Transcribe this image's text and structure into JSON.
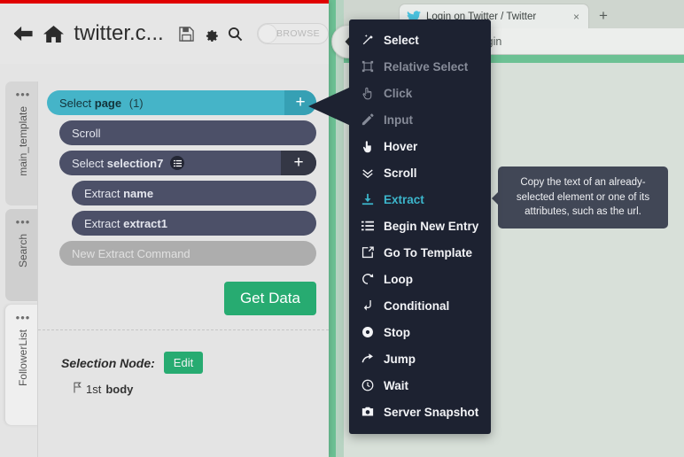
{
  "browser": {
    "tab": {
      "title": "Login on Twitter / Twitter",
      "favicon": "twitter-bird-icon",
      "close": "×"
    },
    "newtab_label": "+",
    "url": "m/login",
    "back_arrow": "◀"
  },
  "toolbar": {
    "back_icon": "←",
    "home_icon": "home-icon",
    "title": "twitter.c...",
    "save_icon": "save-icon",
    "settings_icon": "gear-icon",
    "search_icon": "search-icon",
    "browse_label": "BROWSE"
  },
  "template_tabs": [
    {
      "label": "main_template",
      "state": "inactive",
      "dots": "•••"
    },
    {
      "label": "Search",
      "state": "inactive2",
      "dots": "•••"
    },
    {
      "label": "FollowerList",
      "state": "active",
      "dots": "•••"
    }
  ],
  "commands": [
    {
      "verb": "Select",
      "name": "page",
      "count": "(1)",
      "style": "select-page",
      "plus": "+",
      "indent": 0,
      "badge": null
    },
    {
      "verb": "Scroll",
      "name": "",
      "count": "",
      "style": "dark",
      "plus": null,
      "indent": 1,
      "badge": null
    },
    {
      "verb": "Select",
      "name": "selection7",
      "count": "",
      "style": "dark",
      "plus": "+",
      "indent": 1,
      "badge": "list-icon"
    },
    {
      "verb": "Extract",
      "name": "name",
      "count": "",
      "style": "dark",
      "plus": null,
      "indent": 2,
      "badge": null
    },
    {
      "verb": "Extract",
      "name": "extract1",
      "count": "",
      "style": "dark",
      "plus": null,
      "indent": 2,
      "badge": null
    },
    {
      "verb": "New Extract Command",
      "name": "",
      "count": "",
      "style": "placeholder",
      "plus": null,
      "indent": 1,
      "badge": null
    }
  ],
  "get_data_label": "Get Data",
  "selection_node": {
    "title": "Selection Node:",
    "edit_label": "Edit",
    "flag_icon": "flag-icon",
    "item_prefix": "1st",
    "item_name": "body"
  },
  "context_menu": [
    {
      "label": "Select",
      "icon": "wand-icon",
      "state": "normal"
    },
    {
      "label": "Relative Select",
      "icon": "crop-frame-icon",
      "state": "dim"
    },
    {
      "label": "Click",
      "icon": "hand-pointer-icon",
      "state": "dim"
    },
    {
      "label": "Input",
      "icon": "pencil-icon",
      "state": "dim"
    },
    {
      "label": "Hover",
      "icon": "hand-hover-icon",
      "state": "normal"
    },
    {
      "label": "Scroll",
      "icon": "chevrons-down-icon",
      "state": "normal"
    },
    {
      "label": "Extract",
      "icon": "download-icon",
      "state": "highlighted"
    },
    {
      "label": "Begin New Entry",
      "icon": "list-icon",
      "state": "normal"
    },
    {
      "label": "Go To Template",
      "icon": "external-link-icon",
      "state": "normal"
    },
    {
      "label": "Loop",
      "icon": "refresh-icon",
      "state": "normal"
    },
    {
      "label": "Conditional",
      "icon": "arrow-turn-down-icon",
      "state": "normal"
    },
    {
      "label": "Stop",
      "icon": "stop-circle-icon",
      "state": "normal"
    },
    {
      "label": "Jump",
      "icon": "arrow-jump-icon",
      "state": "normal"
    },
    {
      "label": "Wait",
      "icon": "clock-icon",
      "state": "normal"
    },
    {
      "label": "Server Snapshot",
      "icon": "camera-icon",
      "state": "normal"
    }
  ],
  "tooltip": {
    "text": "Copy the text of an already-selected element or one of its attributes, such as the url."
  },
  "colors": {
    "accent_teal": "#45b4c8",
    "accent_green": "#27ab71",
    "menu_bg": "#1d2231",
    "menu_highlight": "#3cb6cc",
    "row_dark": "#4c5068",
    "top_bar_red": "#e00000",
    "page_bg": "#d8e0d9"
  }
}
